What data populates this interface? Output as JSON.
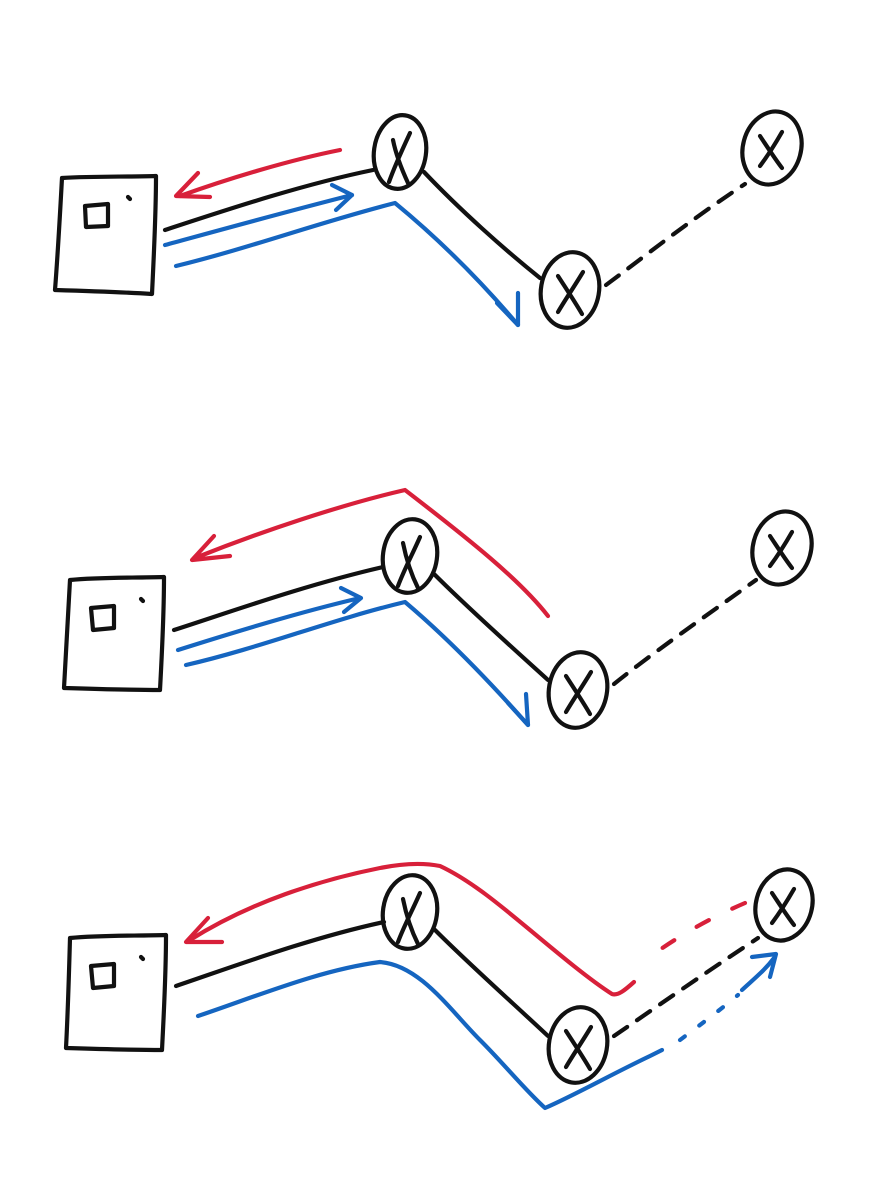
{
  "diagram": {
    "description_free": true,
    "colors": {
      "ink": "#111111",
      "red": "#d8203a",
      "blue": "#1565c0",
      "background": "#ffffff"
    },
    "panels": [
      {
        "id": "panel-1",
        "red_reaches": "first-node",
        "blue_reaches": "second-node"
      },
      {
        "id": "panel-2",
        "red_reaches": "second-node",
        "blue_reaches": "second-node"
      },
      {
        "id": "panel-3",
        "red_reaches": "third-node",
        "blue_reaches": "third-node"
      }
    ]
  }
}
